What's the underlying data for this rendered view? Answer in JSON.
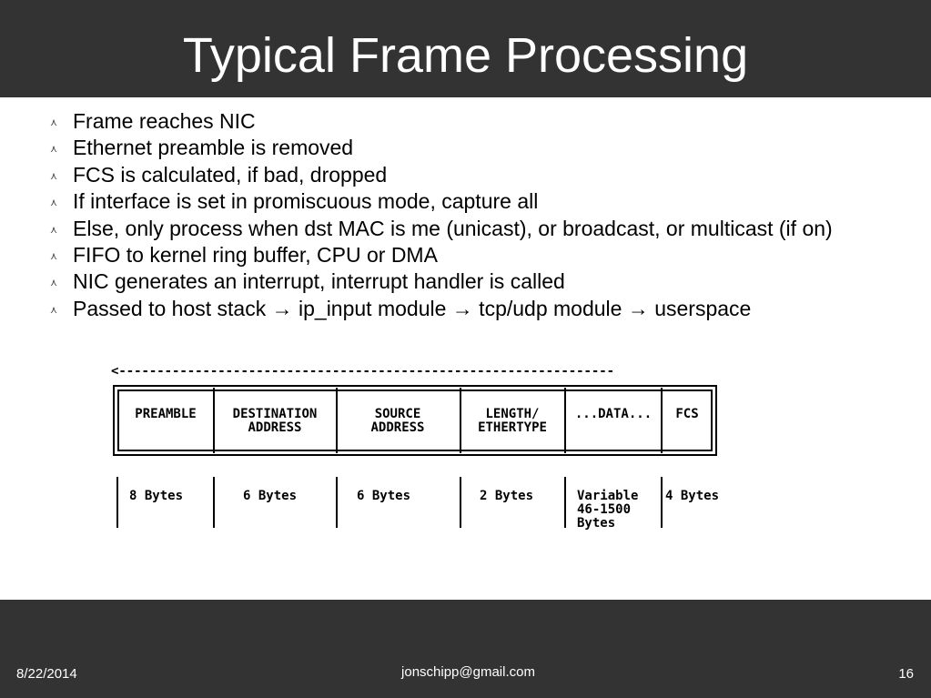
{
  "slide": {
    "title": "Typical Frame Processing",
    "bullets": [
      "Frame reaches NIC",
      "Ethernet preamble is removed",
      "FCS is calculated, if bad, dropped",
      "If interface is set in promiscuous mode, capture all",
      "Else, only process when dst MAC is me (unicast), or broadcast, or multicast (if on)",
      "FIFO to kernel ring buffer, CPU or DMA",
      "NIC generates an interrupt, interrupt handler is called",
      "Passed to host stack → ip_input module → tcp/udp module → userspace"
    ],
    "bullet_icon": "wedge-bullet-icon"
  },
  "diagram": {
    "arrow_line": "<-----------------------------------------------------------------",
    "fields": [
      {
        "line1": "PREAMBLE",
        "line2": "",
        "size1": "8 Bytes",
        "size2": "",
        "size3": ""
      },
      {
        "line1": "DESTINATION",
        "line2": "ADDRESS",
        "size1": "6 Bytes",
        "size2": "",
        "size3": ""
      },
      {
        "line1": "SOURCE",
        "line2": "ADDRESS",
        "size1": "6 Bytes",
        "size2": "",
        "size3": ""
      },
      {
        "line1": "LENGTH/",
        "line2": "ETHERTYPE",
        "size1": "2 Bytes",
        "size2": "",
        "size3": ""
      },
      {
        "line1": "...DATA...",
        "line2": "",
        "size1": "Variable",
        "size2": "46-1500",
        "size3": "Bytes"
      },
      {
        "line1": "FCS",
        "line2": "",
        "size1": "4 Bytes",
        "size2": "",
        "size3": ""
      }
    ]
  },
  "footer": {
    "date": "8/22/2014",
    "email": "jonschipp@gmail.com",
    "page_number": "16"
  },
  "colors": {
    "bar_background": "#333333",
    "title_text": "#ffffff",
    "body_text": "#000000"
  }
}
